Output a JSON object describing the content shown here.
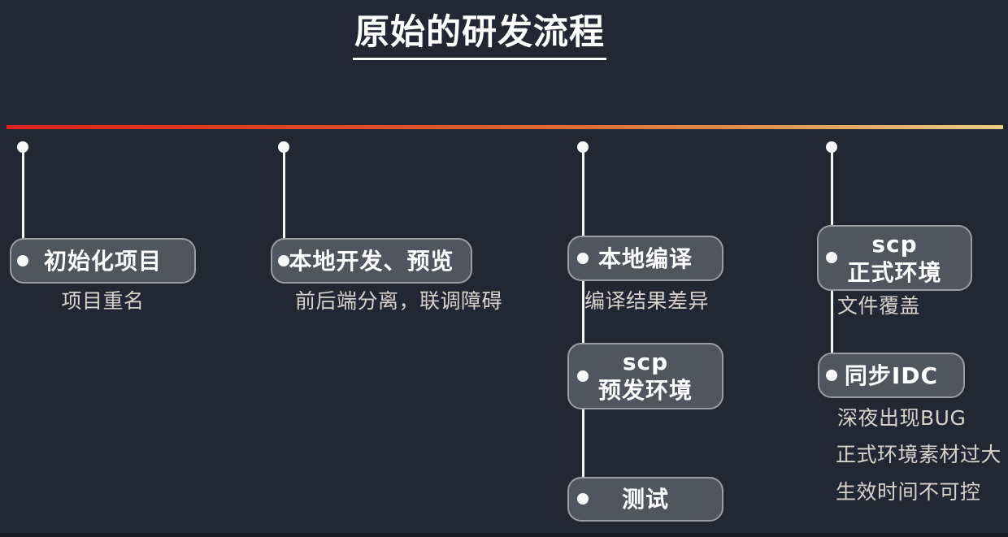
{
  "page": {
    "title": "原始的研发流程"
  },
  "colors": {
    "background": "#232734",
    "timeline_gradient_start": "#de2217",
    "timeline_gradient_mid": "#dd5a2c",
    "timeline_gradient_end": "#eccd83",
    "pill_fill": "#51555e",
    "pill_border": "#9a9da4",
    "connector": "#f4f4f4",
    "caption_text": "#d8d2cb",
    "label_text": "#ffffff"
  },
  "columns": [
    {
      "steps": [
        {
          "label": "初始化项目",
          "caption": "项目重名"
        }
      ]
    },
    {
      "steps": [
        {
          "label": "本地开发、预览",
          "caption": "前后端分离，联调障碍"
        }
      ]
    },
    {
      "steps": [
        {
          "label": "本地编译",
          "caption": "编译结果差异"
        },
        {
          "label": "scp\n预发环境"
        },
        {
          "label": "测试"
        }
      ]
    },
    {
      "steps": [
        {
          "label": "scp\n正式环境",
          "caption": "文件覆盖"
        },
        {
          "label": "同步IDC",
          "captions": [
            "深夜出现BUG",
            "正式环境素材过大",
            "生效时间不可控"
          ]
        }
      ]
    }
  ]
}
